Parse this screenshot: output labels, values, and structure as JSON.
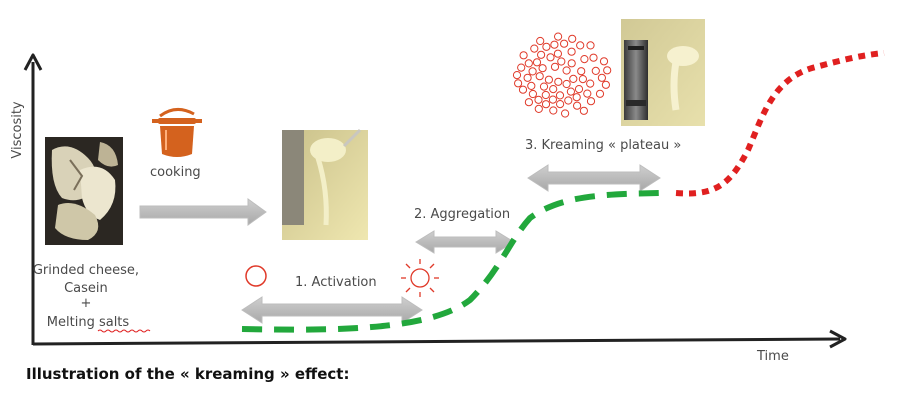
{
  "diagram": {
    "y_axis_label": "Viscosity",
    "x_axis_label": "Time",
    "caption": "Illustration of the « kreaming » effect:",
    "input_lines": [
      "Grinded cheese,",
      "Casein",
      "+",
      "Melting salts"
    ],
    "cooking_label": "cooking",
    "phases": [
      {
        "label": "1. Activation"
      },
      {
        "label": "2. Aggregation"
      },
      {
        "label": "3. Kreaming « plateau »"
      }
    ],
    "icons": [
      "cooking-pot-icon",
      "sun-icon",
      "circle-icon",
      "particle-cluster-icon"
    ],
    "colors": {
      "axis": "#222222",
      "arrow_gray": "#b4b4b4",
      "green_curve": "#22a83c",
      "red_curve": "#e02020",
      "red_icon": "#e03a2a",
      "pot": "#d4621e",
      "text": "#4a4a4a"
    }
  }
}
